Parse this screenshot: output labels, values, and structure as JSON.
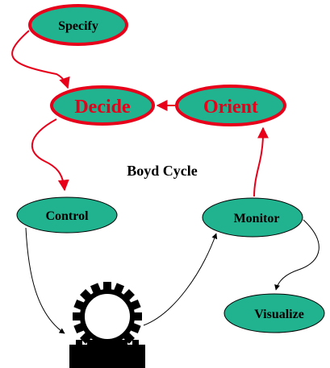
{
  "diagram": {
    "title": "Boyd Cycle",
    "nodes": {
      "specify": {
        "label": "Specify"
      },
      "decide": {
        "label": "Decide"
      },
      "orient": {
        "label": "Orient"
      },
      "control": {
        "label": "Control"
      },
      "monitor": {
        "label": "Monitor"
      },
      "visualize": {
        "label": "Visualize"
      }
    },
    "colors": {
      "node_fill": "#21b28f",
      "node_border_red": "#e8001a",
      "node_border_black": "#000000",
      "red_text": "#e8001a",
      "arrow_red": "#e8001a",
      "arrow_black": "#000000"
    },
    "icons": {
      "machine": "gear-on-conveyor-icon"
    }
  }
}
